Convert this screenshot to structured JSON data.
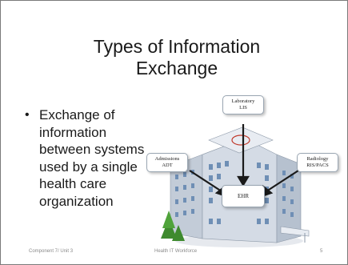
{
  "slide": {
    "title_line1": "Types of Information",
    "title_line2": "Exchange",
    "bullet": {
      "marker": "•",
      "text": "Exchange of information between systems used by a single health care organization"
    },
    "footer": {
      "left": "Component 7/ Unit 3",
      "center": "Health IT Workforce",
      "right": "5"
    }
  },
  "diagram": {
    "laboratory": {
      "line1": "Laboratory",
      "line2": "LIS"
    },
    "admissions": {
      "line1": "Admissions",
      "line2": "ADT"
    },
    "radiology": {
      "line1": "Radiology",
      "line2": "RIS/PACS"
    },
    "ehr": {
      "label": "EHR"
    },
    "colors": {
      "building_wall": "#c9d1dc",
      "building_window": "#6f8fb5",
      "arrow": "#1a1a1a",
      "tree": "#3e8a2e",
      "box_border": "#9aa6b2"
    }
  }
}
